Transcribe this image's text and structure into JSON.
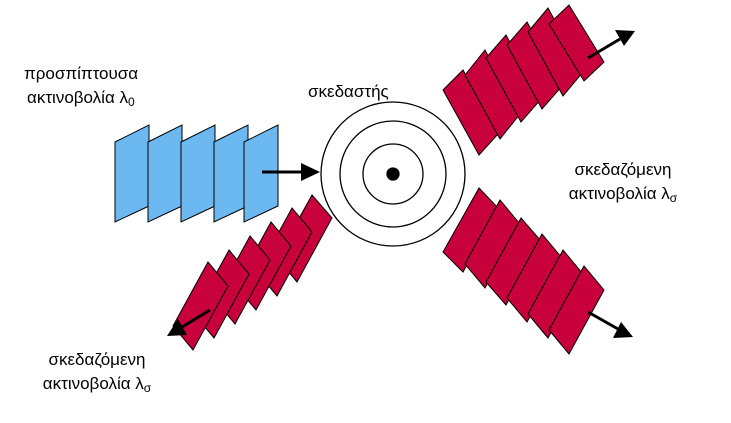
{
  "labels": {
    "incident_line1": "προσπίπτουσα",
    "incident_line2": "ακτινοβολία λ",
    "incident_sub": "0",
    "scatterer": "σκεδαστής",
    "scattered_right_line1": "σκεδαζόμενη",
    "scattered_right_line2": "ακτινοβολία λ",
    "scattered_right_sub": "σ",
    "scattered_left_line1": "σκεδαζόμενη",
    "scattered_left_line2": "ακτινοβολία λ",
    "scattered_left_sub": "σ"
  },
  "colors": {
    "incident_wave": "#6cb8f0",
    "scattered_wave": "#c8003c",
    "outline": "#000000"
  }
}
